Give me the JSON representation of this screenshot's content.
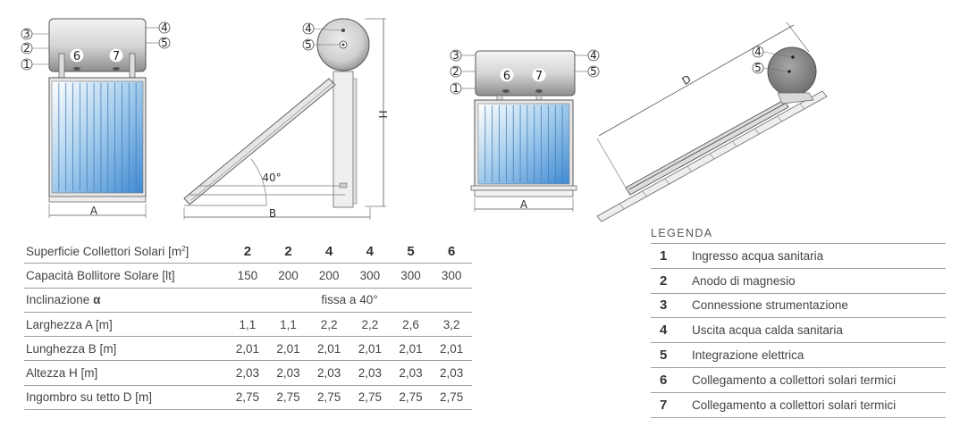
{
  "diagram_labels": {
    "dim_a": "A",
    "dim_b": "B",
    "dim_h": "H",
    "dim_d": "D",
    "angle": "40°",
    "n1": "1",
    "n2": "2",
    "n3": "3",
    "n4": "4",
    "n5": "5",
    "n6": "6",
    "n7": "7"
  },
  "specs": {
    "header": {
      "label": "Superficie Collettori Solari [m",
      "label_sup": "2",
      "label_end": "]",
      "values": [
        "2",
        "2",
        "4",
        "4",
        "5",
        "6"
      ]
    },
    "capacity": {
      "label": "Capacità Bollitore Solare [lt]",
      "values": [
        "150",
        "200",
        "200",
        "300",
        "300",
        "300"
      ]
    },
    "inclination": {
      "label": "Inclinazione ",
      "symbol": "α",
      "value": "fissa a 40°"
    },
    "width_a": {
      "label": "Larghezza A [m]",
      "values": [
        "1,1",
        "1,1",
        "2,2",
        "2,2",
        "2,6",
        "3,2"
      ]
    },
    "length_b": {
      "label": "Lunghezza B [m]",
      "values": [
        "2,01",
        "2,01",
        "2,01",
        "2,01",
        "2,01",
        "2,01"
      ]
    },
    "height_h": {
      "label": "Altezza H [m]",
      "values": [
        "2,03",
        "2,03",
        "2,03",
        "2,03",
        "2,03",
        "2,03"
      ]
    },
    "roof_d": {
      "label": "Ingombro su tetto D [m]",
      "values": [
        "2,75",
        "2,75",
        "2,75",
        "2,75",
        "2,75",
        "2,75"
      ]
    }
  },
  "legend": {
    "title": "LEGENDA",
    "items": [
      {
        "num": "1",
        "text": "Ingresso acqua sanitaria"
      },
      {
        "num": "2",
        "text": "Anodo di magnesio"
      },
      {
        "num": "3",
        "text": "Connessione strumentazione"
      },
      {
        "num": "4",
        "text": "Uscita acqua calda sanitaria"
      },
      {
        "num": "5",
        "text": "Integrazione elettrica"
      },
      {
        "num": "6",
        "text": "Collegamento a collettori solari termici"
      },
      {
        "num": "7",
        "text": "Collegamento a collettori solari termici"
      }
    ]
  }
}
